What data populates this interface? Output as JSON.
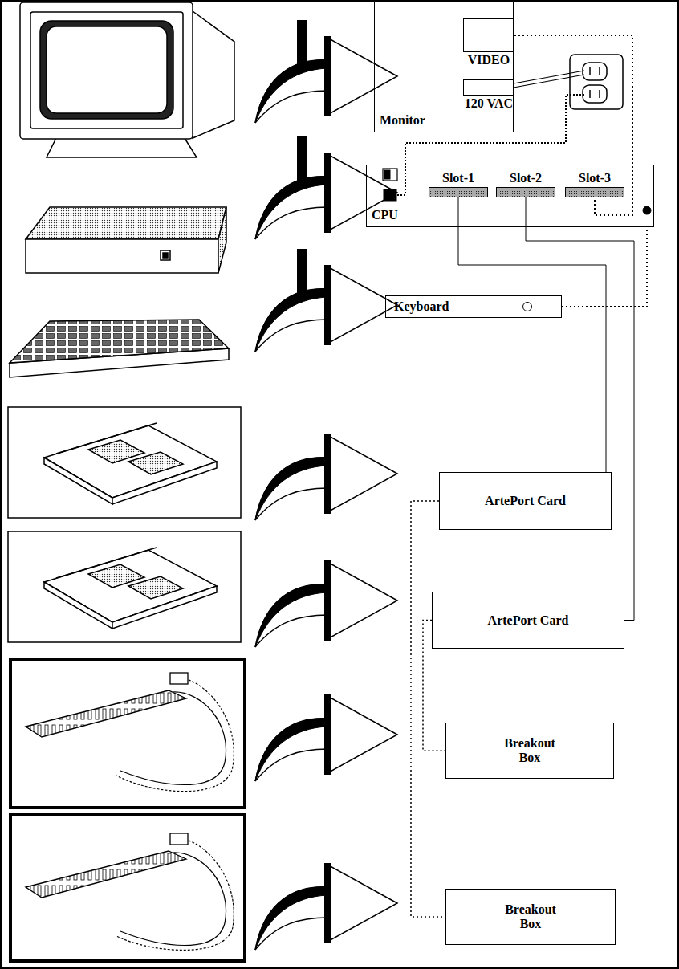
{
  "diagram": {
    "nodes": [
      {
        "text": [
          "Monitor"
        ]
      },
      {
        "text": [
          "VIDEO"
        ],
        "in": 0
      },
      {
        "text": [
          "120 VAC"
        ],
        "in": 0
      },
      {
        "text": [
          "CPU"
        ]
      },
      {
        "text": [
          "Slot-1"
        ],
        "in": 3
      },
      {
        "text": [
          "Slot-2"
        ],
        "in": 3
      },
      {
        "text": [
          "Slot-3"
        ],
        "in": 3
      },
      {
        "text": [
          "Keyboard"
        ]
      },
      {
        "text": [
          "ArtePort Card"
        ]
      },
      {
        "text": [
          "ArtePort Card"
        ]
      },
      {
        "text": [
          "Breakout Box"
        ]
      },
      {
        "text": [
          "Breakout Box"
        ]
      }
    ],
    "edges": [
      {
        "from": 1,
        "to": 6,
        "arrow": "none"
      },
      {
        "from": 7,
        "to": 3,
        "arrow": "none"
      },
      {
        "from": 4,
        "to": 8,
        "arrow": "none"
      },
      {
        "from": 5,
        "to": 9,
        "arrow": "none"
      },
      {
        "from": 8,
        "to": 11,
        "arrow": "none"
      },
      {
        "from": 9,
        "to": 10,
        "arrow": "none"
      }
    ]
  }
}
